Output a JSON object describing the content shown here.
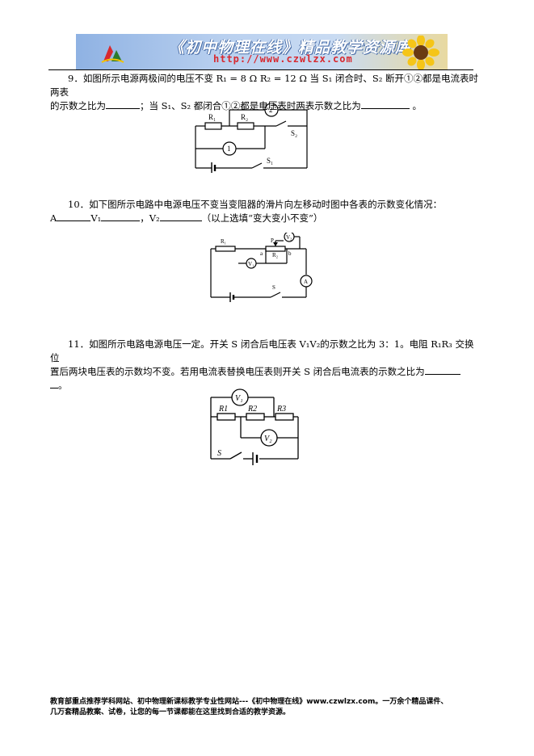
{
  "header": {
    "title": "《初中物理在线》精品教学资源库",
    "url": "http://www.czwlzx.com"
  },
  "q9": {
    "line1": "9．如图所示电源两极间的电压不变 R₁ = 8 Ω R₂ = 12 Ω 当 S₁ 闭合时、S₂ 断开①②都是电流表时两表",
    "line2a": "的示数之比为",
    "line2b": "；当 S₁、S₂ 都闭合①②都是电压表时两表示数之比为",
    "line2c": "。",
    "diagram": {
      "r1": "R₁",
      "r2": "R₂",
      "meter2": "2",
      "meter1": "1",
      "s2": "S₂",
      "s1": "S₁"
    }
  },
  "q10": {
    "line1": "10．如下图所示电路中电源电压不变当变阻器的滑片向左移动时图中各表的示数变化情况：",
    "line2_a": "A",
    "line2_v1": "V₁",
    "line2_v2": "V₂",
    "line2_hint": "（以上选填“变大变小不变”）",
    "diagram": {
      "r1": "R₁",
      "p": "P",
      "v2": "V₂",
      "a": "a",
      "r2": "R₂",
      "b": "b",
      "v1": "V₁",
      "ammeter": "A",
      "s": "S"
    }
  },
  "q11": {
    "line1": "11．如图所示电路电源电压一定。开关 S 闭合后电压表 V₁V₂的示数之比为 3：1。电阻 R₁R₃ 交换位",
    "line2": "置后两块电压表的示数均不变。若用电流表替换电压表则开关 S 闭合后电流表的示数之比为",
    "line3_end": "。",
    "diagram": {
      "v1": "V₁",
      "r1": "R1",
      "r2": "R2",
      "r3": "R3",
      "v2": "V₂",
      "s": "S"
    }
  },
  "footer": {
    "line1": "教育部重点推荐学科网站、初中物理新课标教学专业性网站---《初中物理在线》www.czwlzx.com。一万余个精品课件、",
    "line2": "几万套精品教案、试卷，让您的每一节课都能在这里找到合适的教学资源。"
  }
}
